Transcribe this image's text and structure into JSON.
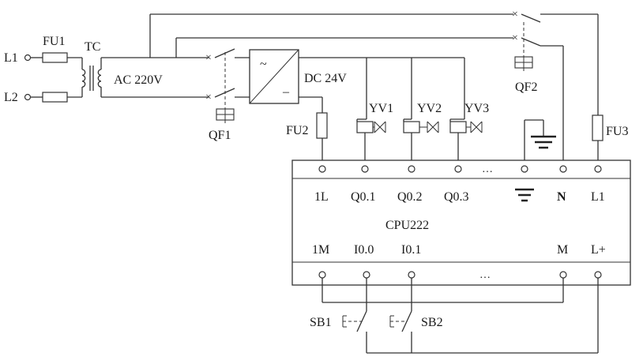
{
  "labels": {
    "l1_in": "L1",
    "l2_in": "L2",
    "fu1": "FU1",
    "tc": "TC",
    "ac": "AC 220V",
    "dc": "DC 24V",
    "psu_ac_symbol": "~",
    "psu_dc_symbol": "–",
    "qf1": "QF1",
    "qf2": "QF2",
    "fu2": "FU2",
    "fu3": "FU3",
    "yv1": "YV1",
    "yv2": "YV2",
    "yv3": "YV3",
    "sb1": "SB1",
    "sb2": "SB2",
    "cpu": "CPU222",
    "ellipsis": "…"
  },
  "top_terminals": [
    "1L",
    "Q0.1",
    "Q0.2",
    "Q0.3",
    "N",
    "L1"
  ],
  "bottom_terminals": [
    "1M",
    "I0.0",
    "I0.1",
    "M",
    "L+"
  ],
  "icons": [
    "ground-icon",
    "switch-icon",
    "fuse-icon",
    "transformer-icon",
    "valve-icon",
    "pushbutton-icon"
  ]
}
